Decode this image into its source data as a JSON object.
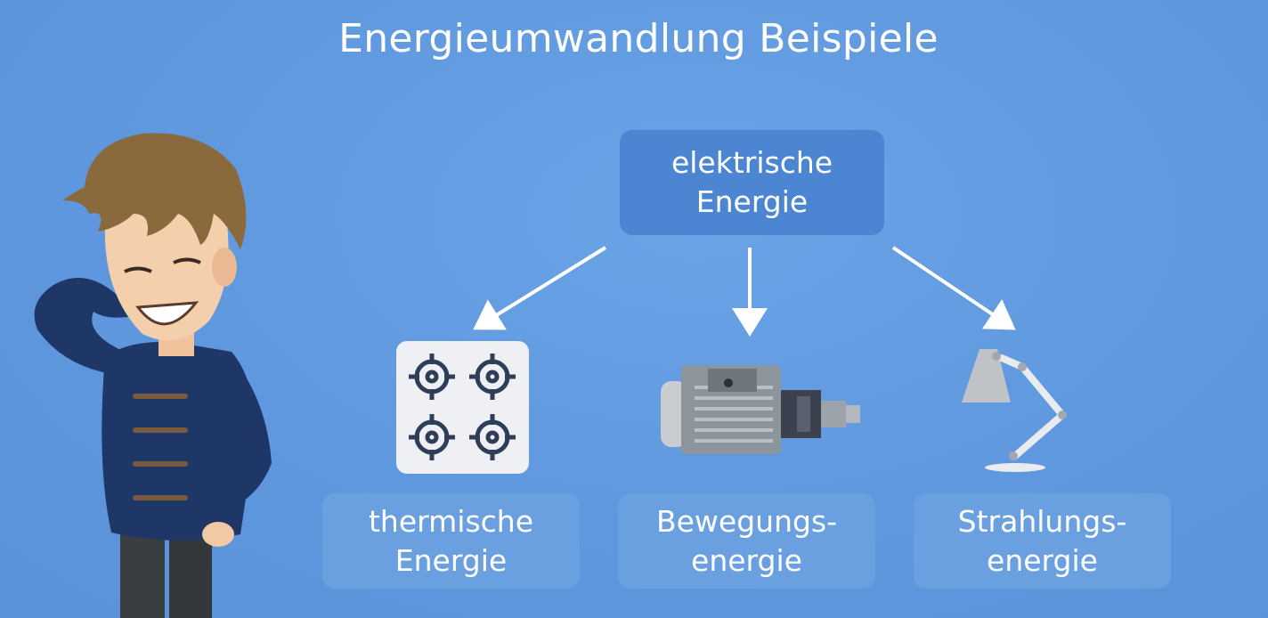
{
  "title": "Energieumwandlung Beispiele",
  "source": {
    "line1": "elektrische",
    "line2": "Energie"
  },
  "targets": [
    {
      "line1": "thermische",
      "line2": "Energie",
      "icon": "stove-icon"
    },
    {
      "line1": "Bewegungs-",
      "line2": "energie",
      "icon": "electric-motor-icon"
    },
    {
      "line1": "Strahlungs-",
      "line2": "energie",
      "icon": "desk-lamp-icon"
    }
  ],
  "colors": {
    "background": "#5f98de",
    "source_box": "#4c86d2",
    "target_box": "#6a9fe0",
    "arrow": "#ffffff",
    "stove_burner": "#2f3e57"
  }
}
